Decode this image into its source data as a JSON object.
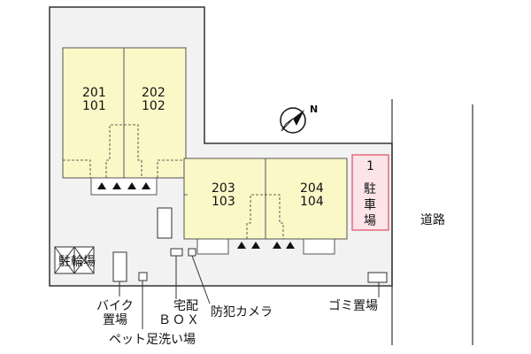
{
  "units": {
    "building_a_left": [
      "201",
      "101"
    ],
    "building_a_right": [
      "202",
      "102"
    ],
    "building_b_left": [
      "203",
      "103"
    ],
    "building_b_right": [
      "204",
      "104"
    ]
  },
  "parking": {
    "number": "1",
    "label": [
      "駐",
      "車",
      "場"
    ]
  },
  "labels": {
    "road": "道路",
    "bicycle_parking": "駐輪場",
    "bike_parking": [
      "バイク",
      "置場"
    ],
    "delivery_box": [
      "宅配",
      "ＢＯＸ"
    ],
    "security_camera": "防犯カメラ",
    "garbage": "ゴミ置場",
    "pet_wash": "ペット足洗い場"
  },
  "compass": {
    "letter": "N",
    "icon": "compass-north-icon"
  },
  "colors": {
    "building_fill": "#fbf8c8",
    "lot_fill": "#f2f2f2",
    "parking_fill": "#fce4e8",
    "parking_border": "#e26a7e"
  }
}
